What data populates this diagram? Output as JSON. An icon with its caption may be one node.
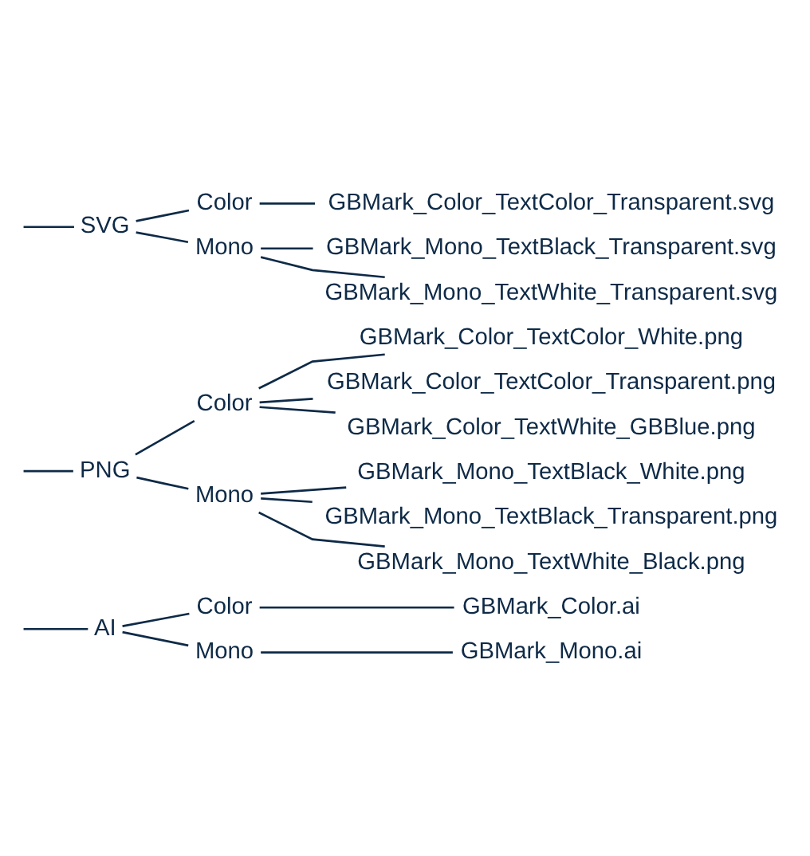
{
  "diagram": {
    "nodes": [
      {
        "text": [
          "AI"
        ]
      },
      {
        "text": [
          "Color"
        ]
      },
      {
        "text": [
          "GBMark_Color.ai"
        ]
      },
      {
        "text": [
          "Mono"
        ]
      },
      {
        "text": [
          "GBMark_Mono.ai"
        ]
      },
      {
        "text": [
          "PNG"
        ]
      },
      {
        "text": [
          "Color"
        ]
      },
      {
        "text": [
          "GBMark_Color_TextColor_White.png"
        ]
      },
      {
        "text": [
          "GBMark_Color_TextColor_Transparent.png"
        ]
      },
      {
        "text": [
          "GBMark_Color_TextWhite_GBBlue.png"
        ]
      },
      {
        "text": [
          "Mono"
        ]
      },
      {
        "text": [
          "GBMark_Mono_TextBlack_White.png"
        ]
      },
      {
        "text": [
          "GBMark_Mono_TextBlack_Transparent.png"
        ]
      },
      {
        "text": [
          "GBMark_Mono_TextWhite_Black.png"
        ]
      },
      {
        "text": [
          "SVG"
        ]
      },
      {
        "text": [
          "Color"
        ]
      },
      {
        "text": [
          "GBMark_Color_TextColor_Transparent.svg"
        ]
      },
      {
        "text": [
          "Mono"
        ]
      },
      {
        "text": [
          "GBMark_Mono_TextBlack_Transparent.svg"
        ]
      },
      {
        "text": [
          "GBMark_Mono_TextWhite_Transparent.svg"
        ]
      }
    ],
    "edges": [
      {
        "from": null,
        "to": 0,
        "arrow": "none"
      },
      {
        "from": 0,
        "to": 1,
        "arrow": "none"
      },
      {
        "from": 1,
        "to": 2,
        "arrow": "none"
      },
      {
        "from": 0,
        "to": 3,
        "arrow": "none"
      },
      {
        "from": 3,
        "to": 4,
        "arrow": "none"
      },
      {
        "from": null,
        "to": 5,
        "arrow": "none"
      },
      {
        "from": 5,
        "to": 6,
        "arrow": "none"
      },
      {
        "from": 6,
        "to": 7,
        "arrow": "none"
      },
      {
        "from": 6,
        "to": 8,
        "arrow": "none"
      },
      {
        "from": 6,
        "to": 9,
        "arrow": "none"
      },
      {
        "from": 5,
        "to": 10,
        "arrow": "none"
      },
      {
        "from": 10,
        "to": 11,
        "arrow": "none"
      },
      {
        "from": 10,
        "to": 12,
        "arrow": "none"
      },
      {
        "from": 10,
        "to": 13,
        "arrow": "none"
      },
      {
        "from": null,
        "to": 14,
        "arrow": "none"
      },
      {
        "from": 14,
        "to": 15,
        "arrow": "none"
      },
      {
        "from": 15,
        "to": 16,
        "arrow": "none"
      },
      {
        "from": 14,
        "to": 17,
        "arrow": "none"
      },
      {
        "from": 17,
        "to": 18,
        "arrow": "none"
      },
      {
        "from": 17,
        "to": 19,
        "arrow": "none"
      }
    ]
  }
}
